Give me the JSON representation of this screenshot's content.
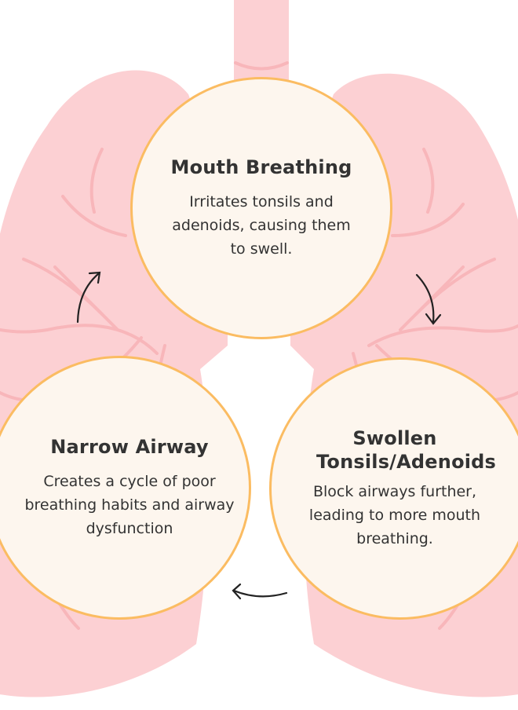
{
  "colors": {
    "lung": "#fcd0d3",
    "vein": "#f8b6ba",
    "circle_fill": "#fdf6ee",
    "circle_border": "#fbbc62",
    "text": "#333333"
  },
  "steps": [
    {
      "title": "Mouth Breathing",
      "description": "Irritates tonsils and adenoids, causing them to swell."
    },
    {
      "title": "Swollen Tonsils/Adenoids",
      "description": "Block airways further, leading to more mouth breathing."
    },
    {
      "title": "Narrow Airway",
      "description": "Creates a cycle of poor breathing habits and airway dysfunction"
    }
  ]
}
